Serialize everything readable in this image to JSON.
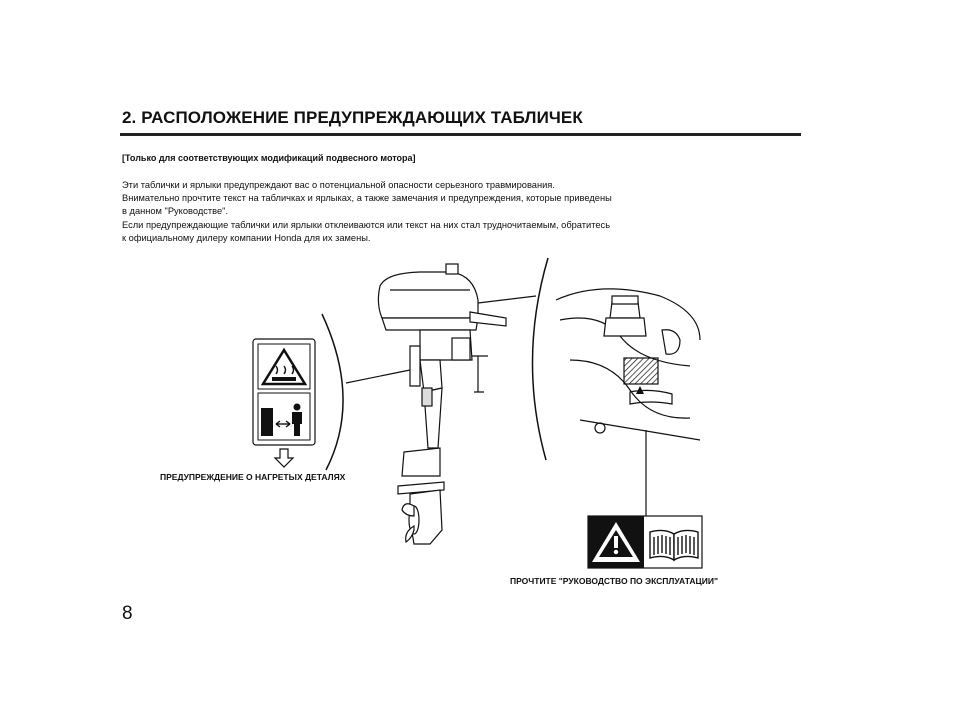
{
  "section": {
    "title": "2. РАСПОЛОЖЕНИЕ ПРЕДУПРЕЖДАЮЩИХ ТАБЛИЧЕК",
    "subtitle": "[Только для соответствующих модификаций подвесного мотора]",
    "paragraph_lines": [
      "Эти таблички и ярлыки предупреждают вас о потенциальной опасности серьезного травмирования.",
      "Внимательно прочтите текст на табличках и ярлыках, а также замечания и предупреждения, которые приведены",
      "в данном \"Руководстве\".",
      "Если предупреждающие таблички или ярлыки отклеиваются или текст на них стал трудночитаемым, обратитесь",
      "к официальному дилеру компании Honda для их замены."
    ]
  },
  "figure": {
    "label_hot_parts": "ПРЕДУПРЕЖДЕНИЕ О НАГРЕТЫХ ДЕТАЛЯХ",
    "label_read_manual": "ПРОЧТИТЕ \"РУКОВОДСТВО ПО ЭКСПЛУАТАЦИИ\""
  },
  "page_number": "8"
}
